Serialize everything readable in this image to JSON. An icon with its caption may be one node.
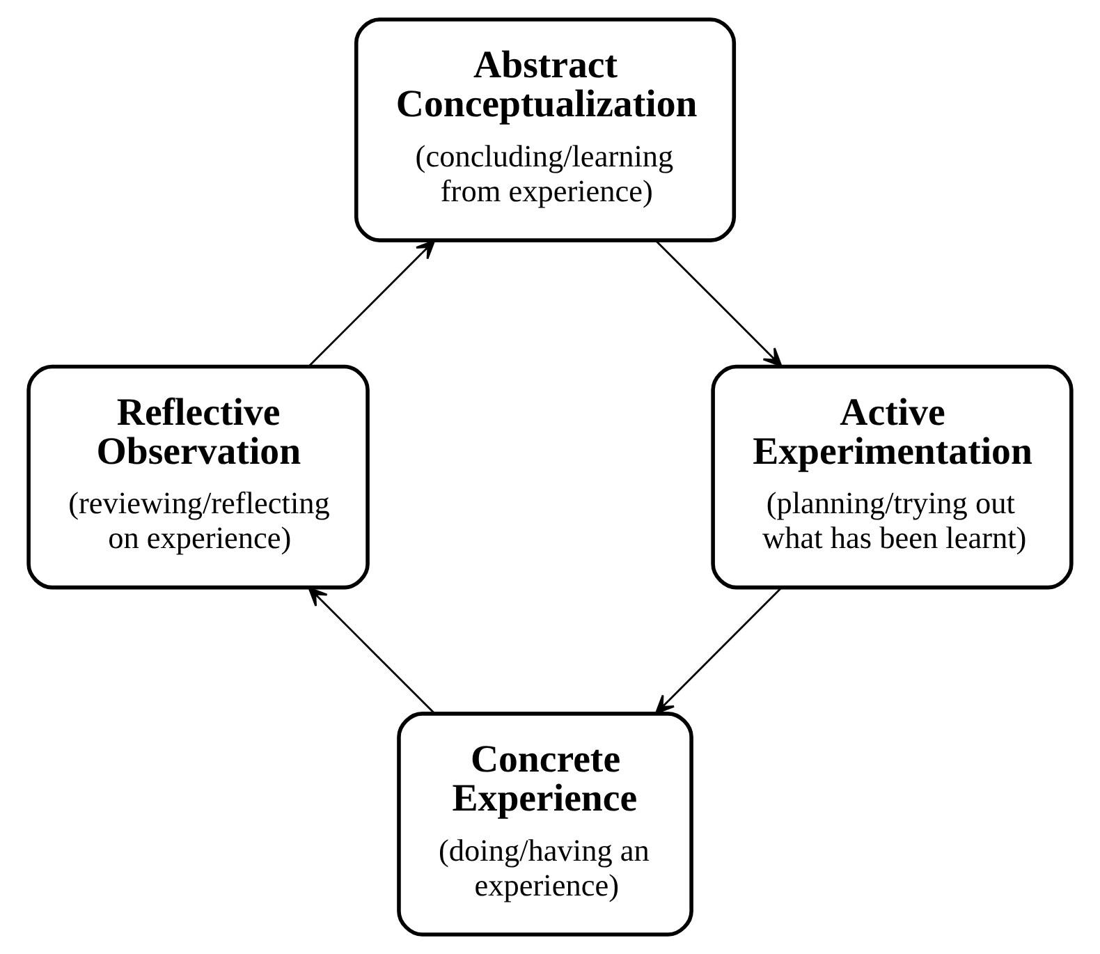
{
  "diagram": {
    "nodes": [
      {
        "text": [
          "Concrete Experience",
          "(doing/having an experience)"
        ]
      },
      {
        "text": [
          "Reflective Observation",
          "(reviewing/reflecting on experience)"
        ]
      },
      {
        "text": [
          "Abstract Conceptualization",
          "(concluding/learning from experience)"
        ]
      },
      {
        "text": [
          "Active Experimentation",
          "(planning/trying out what has been learnt)"
        ]
      }
    ],
    "edges": [
      {
        "from": 0,
        "to": 1,
        "arrow": "to"
      },
      {
        "from": 1,
        "to": 2,
        "arrow": "to"
      },
      {
        "from": 2,
        "to": 3,
        "arrow": "to"
      },
      {
        "from": 3,
        "to": 0,
        "arrow": "to"
      }
    ]
  }
}
